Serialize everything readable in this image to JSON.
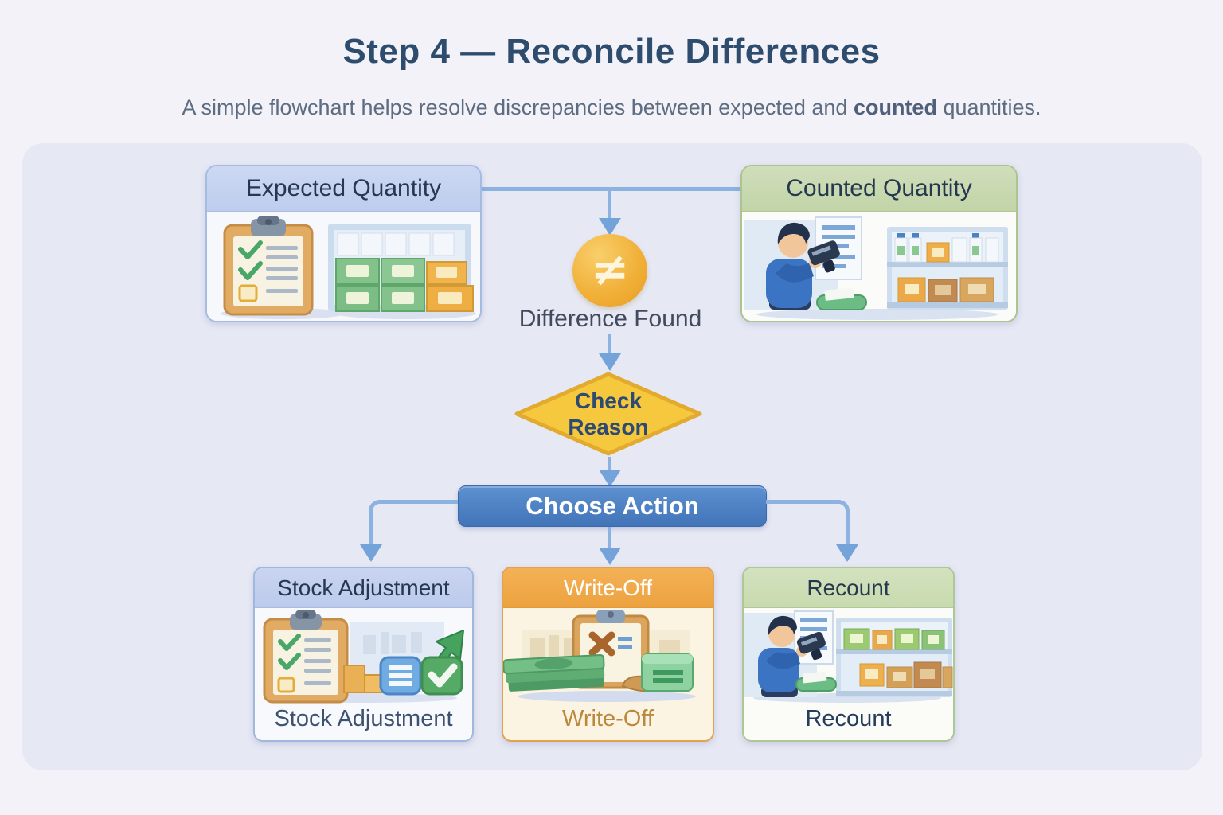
{
  "title": "Step 4 — Reconcile Differences",
  "subtitle": {
    "prefix": "A simple flowchart helps resolve discrepancies between expected and ",
    "bold": "counted",
    "suffix": " quantities."
  },
  "flow": {
    "expected": {
      "label": "Expected Quantity",
      "illustration": "clipboard-checklist-with-stocked-boxes"
    },
    "counted": {
      "label": "Counted Quantity",
      "illustration": "worker-scanning-shelf-with-barcode-scanner"
    },
    "difference": {
      "symbol": "≠",
      "label": "Difference Found"
    },
    "decision": {
      "line1": "Check",
      "line2": "Reason"
    },
    "action": {
      "label": "Choose Action"
    },
    "outcomes": [
      {
        "header": "Stock Adjustment",
        "caption": "Stock Adjustment",
        "illustration": "clipboard-with-growth-arrow-and-check"
      },
      {
        "header": "Write-Off",
        "caption": "Write-Off",
        "illustration": "cash-stack-with-rejected-clipboard"
      },
      {
        "header": "Recount",
        "caption": "Recount",
        "illustration": "worker-rescanning-shelf"
      }
    ],
    "edges": [
      {
        "from": "expected",
        "to": "difference"
      },
      {
        "from": "counted",
        "to": "difference"
      },
      {
        "from": "difference",
        "to": "decision"
      },
      {
        "from": "decision",
        "to": "action"
      },
      {
        "from": "action",
        "to": "stock-adjustment"
      },
      {
        "from": "action",
        "to": "write-off"
      },
      {
        "from": "action",
        "to": "recount"
      }
    ]
  },
  "colors": {
    "page_background": "#f3f2f8",
    "panel_background": "#e6e8f4",
    "title_text": "#2e4d6e",
    "subtitle_text": "#5d6c81",
    "connector_blue": "#8cb2e2",
    "arrowhead_blue": "#74a3da",
    "neq_circle_gold": "#f1b13a",
    "diamond_gold": "#f6c83e",
    "action_bar_blue": "#4a80c4",
    "expected_header": "#c5d2f0",
    "counted_header": "#c9d9b1",
    "adjust_header": "#c3cfee",
    "writeoff_header": "#f0aa4b",
    "recount_header": "#cdddb6",
    "writeoff_caption_text": "#bb883d",
    "dark_label_text": "#26384e"
  }
}
